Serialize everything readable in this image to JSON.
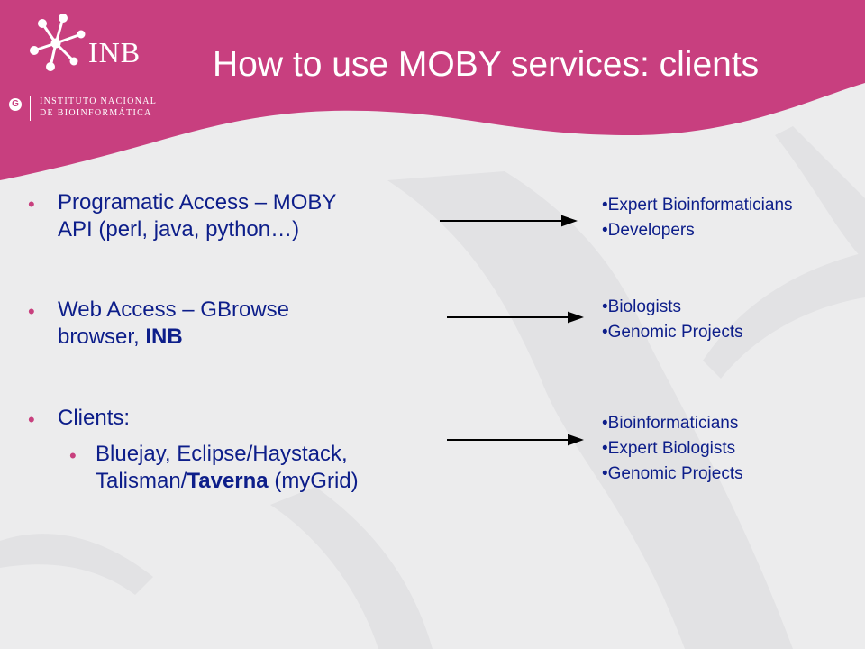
{
  "slide": {
    "title": "How to use MOBY services: clients",
    "logo": {
      "text": "INB",
      "institute_line1": "INSTITUTO NACIONAL",
      "institute_line2": "DE BIOINFORMÁTICA",
      "institute_mark": "G"
    },
    "bullets": [
      {
        "line1": "Programatic Access – MOBY",
        "line2": "API (perl, java, python…)"
      },
      {
        "line1": "Web Access – GBrowse",
        "line2_plain": "browser, ",
        "line2_bold": "INB"
      },
      {
        "line1": "Clients:"
      }
    ],
    "sub_bullet": {
      "line1": "Bluejay, Eclipse/Haystack,",
      "line2_plain1": "Talisman/",
      "line2_bold": "Taverna",
      "line2_plain2": " (myGrid)"
    },
    "audiences": [
      [
        "•Expert Bioinformaticians",
        "•Developers"
      ],
      [
        "•Biologists",
        "•Genomic Projects"
      ],
      [
        "•Bioinformaticians",
        "•Expert Biologists",
        "•Genomic Projects"
      ]
    ],
    "bullet_glyph": "•",
    "colors": {
      "header": "#c83f7f",
      "text": "#0d1e8a",
      "bullet": "#c8407e",
      "background": "#ececed"
    }
  }
}
